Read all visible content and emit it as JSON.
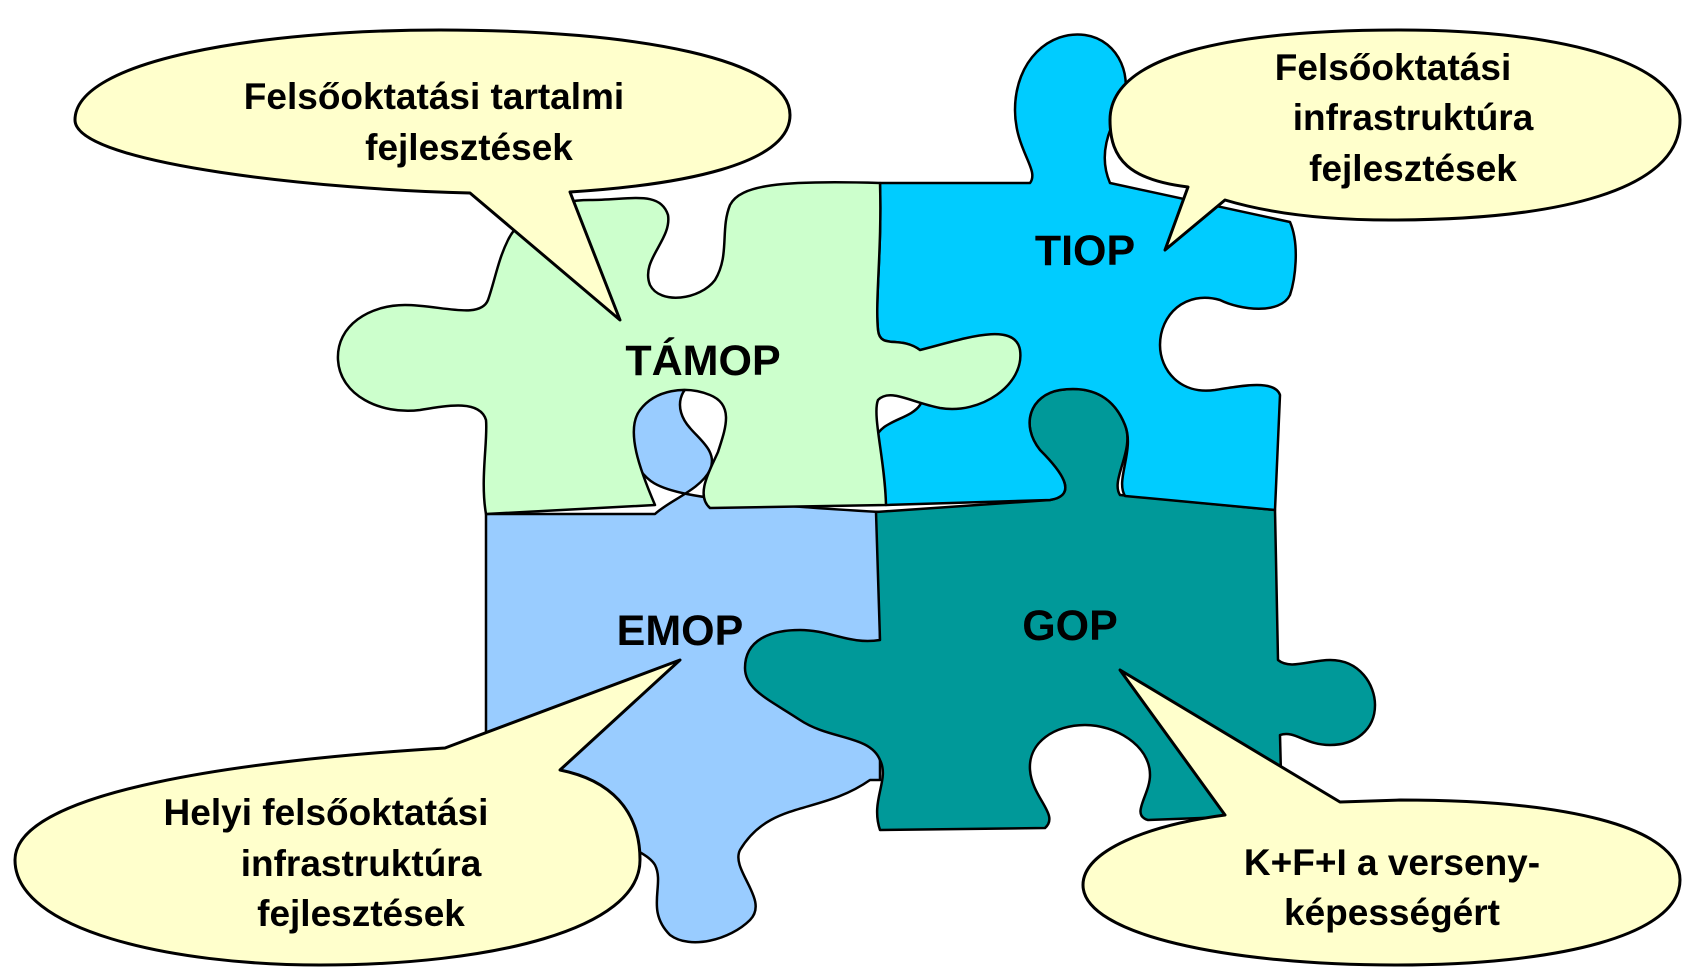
{
  "pieces": {
    "tamop": {
      "label": "TÁMOP",
      "color": "#ccffcc"
    },
    "tiop": {
      "label": "TIOP",
      "color": "#00ccff"
    },
    "emop": {
      "label": "EMOP",
      "color": "#99ccff"
    },
    "gop": {
      "label": "GOP",
      "color": "#009999"
    }
  },
  "bubbles": {
    "top_left": {
      "lines": [
        "Felsőoktatási tartalmi",
        "fejlesztések"
      ]
    },
    "top_right": {
      "lines": [
        "Felsőoktatási",
        "infrastruktúra",
        "fejlesztések"
      ]
    },
    "bottom_left": {
      "lines": [
        "Helyi felsőoktatási",
        "infrastruktúra",
        "fejlesztések"
      ]
    },
    "bottom_right": {
      "lines": [
        "K+F+I a verseny-",
        "képességért"
      ]
    }
  },
  "colors": {
    "bubble_fill": "#ffffcc",
    "outline": "#000000"
  }
}
